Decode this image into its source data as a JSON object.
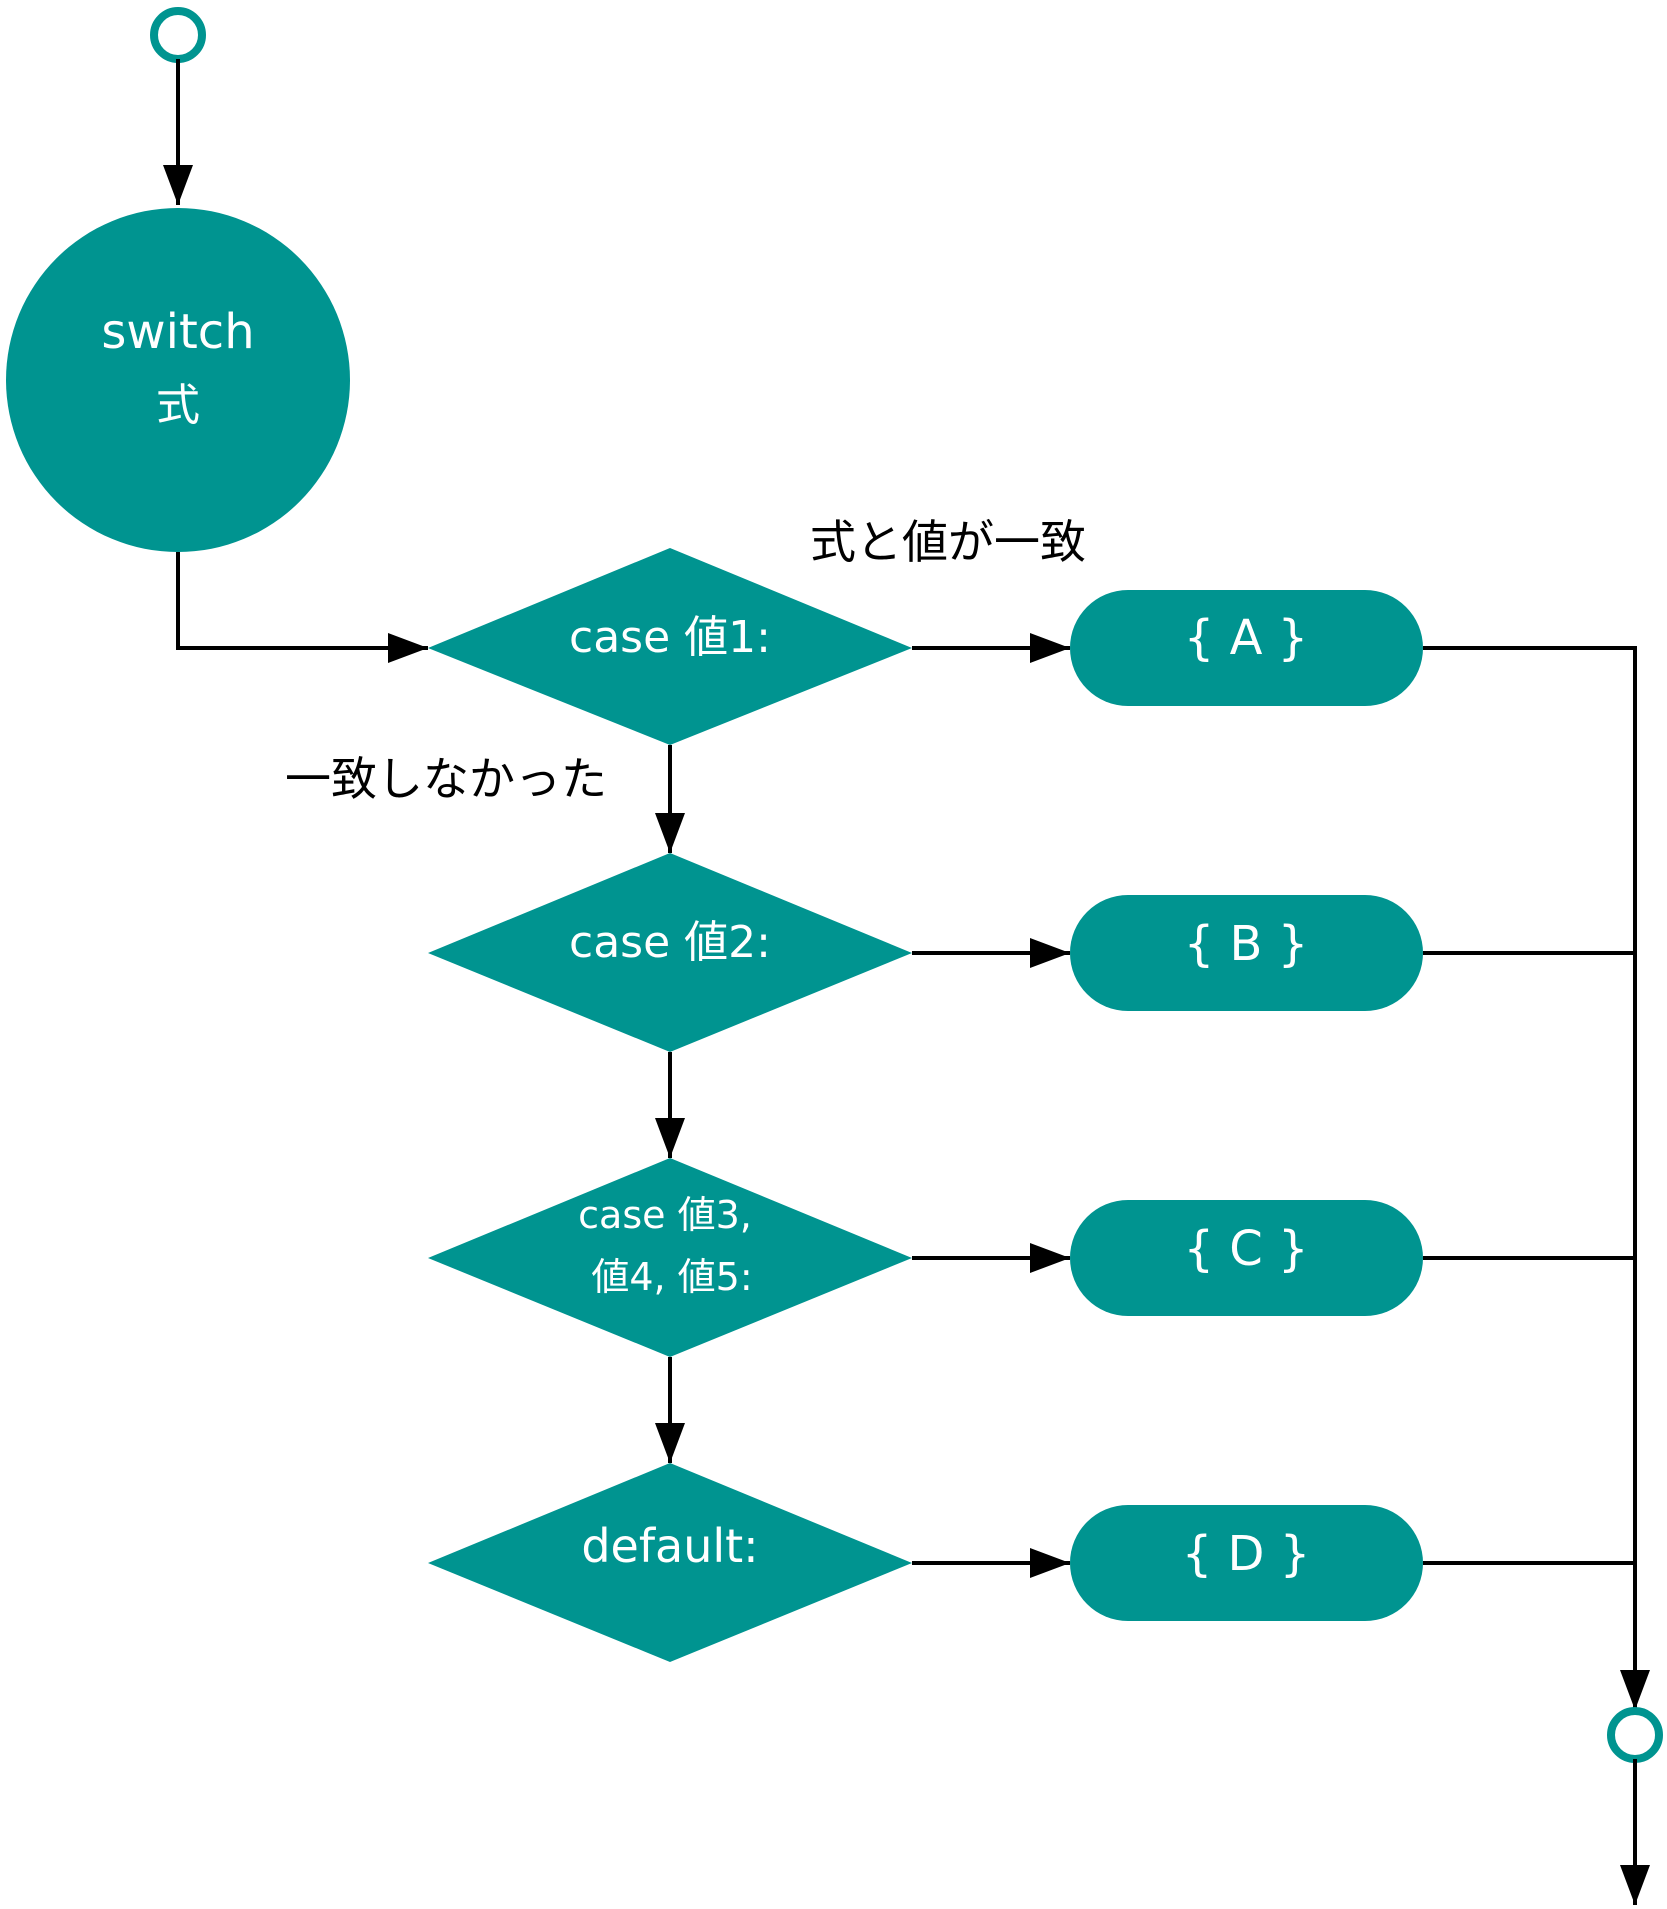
{
  "colors": {
    "teal": "#009490",
    "line": "#000000",
    "text_on_shape": "#ffffff"
  },
  "start": {
    "line1": "switch",
    "line2": "式"
  },
  "labels": {
    "match": "式と値が一致",
    "no_match": "一致しなかった"
  },
  "cases": [
    {
      "lines": [
        "case 値1:"
      ],
      "block": "{ A }"
    },
    {
      "lines": [
        "case 値2:"
      ],
      "block": "{ B }"
    },
    {
      "lines": [
        "case 値3,",
        "値4, 値5:"
      ],
      "block": "{ C }"
    },
    {
      "lines": [
        "default:"
      ],
      "block": "{ D }"
    }
  ]
}
